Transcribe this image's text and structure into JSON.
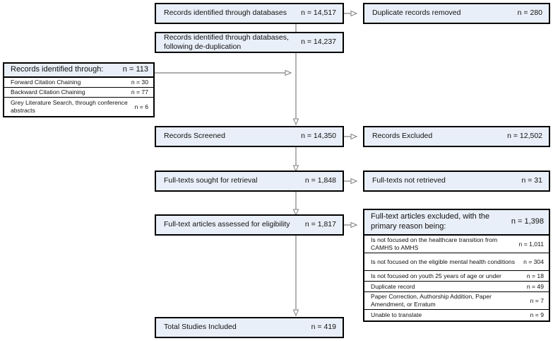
{
  "diagram": {
    "type": "prisma-flow-diagram",
    "colors": {
      "box_fill": "#e9eff8",
      "sub_row_fill": "#ffffff",
      "border": "#000000",
      "connector": "#808080",
      "page_background": "#ffffff"
    }
  },
  "boxes": {
    "identified_databases": {
      "label": "Records identified through databases",
      "value": "n = 14,517"
    },
    "duplicates_removed": {
      "label": "Duplicate records removed",
      "value": "n = 280"
    },
    "after_dedup": {
      "label": "Records identified through databases, following de-duplication",
      "value": "n = 14,237"
    },
    "records_screened": {
      "label": "Records Screened",
      "value": "n = 14,350"
    },
    "records_excluded": {
      "label": "Records Excluded",
      "value": "n = 12,502"
    },
    "fulltexts_sought": {
      "label": "Full-texts sought for retrieval",
      "value": "n = 1,848"
    },
    "fulltexts_not_retrieved": {
      "label": "Full-texts not retrieved",
      "value": "n = 31"
    },
    "fulltexts_assessed": {
      "label": "Full-text articles assessed for eligibility",
      "value": "n = 1,817"
    },
    "total_included": {
      "label": "Total Studies Included",
      "value": "n = 419"
    }
  },
  "other_sources_table": {
    "header": {
      "label": "Records identified through:",
      "value": "n = 113"
    },
    "rows": [
      {
        "label": "Forward Citation Chaining",
        "value": "n = 30"
      },
      {
        "label": "Backward Citation Chaining",
        "value": "n = 77"
      },
      {
        "label": "Grey Literature Search, through conference abstracts",
        "value": "n = 6"
      }
    ]
  },
  "excluded_table": {
    "header": {
      "label": "Full-text articles excluded, with the primary reason being:",
      "value": "n = 1,398"
    },
    "rows": [
      {
        "label": "Is not focused on the healthcare transition from CAMHS to AMHS",
        "value": "n = 1,011"
      },
      {
        "label": "Is not focused on the eligible mental health conditions",
        "value": "n = 304"
      },
      {
        "label": "Is not focused on youth 25 years of age or under",
        "value": "n = 18"
      },
      {
        "label": "Duplicate record",
        "value": "n = 49"
      },
      {
        "label": "Paper Correction, Authorship Addition, Paper Amendment, or Erratum",
        "value": "n = 7"
      },
      {
        "label": "Unable to translate",
        "value": "n = 9"
      }
    ]
  }
}
